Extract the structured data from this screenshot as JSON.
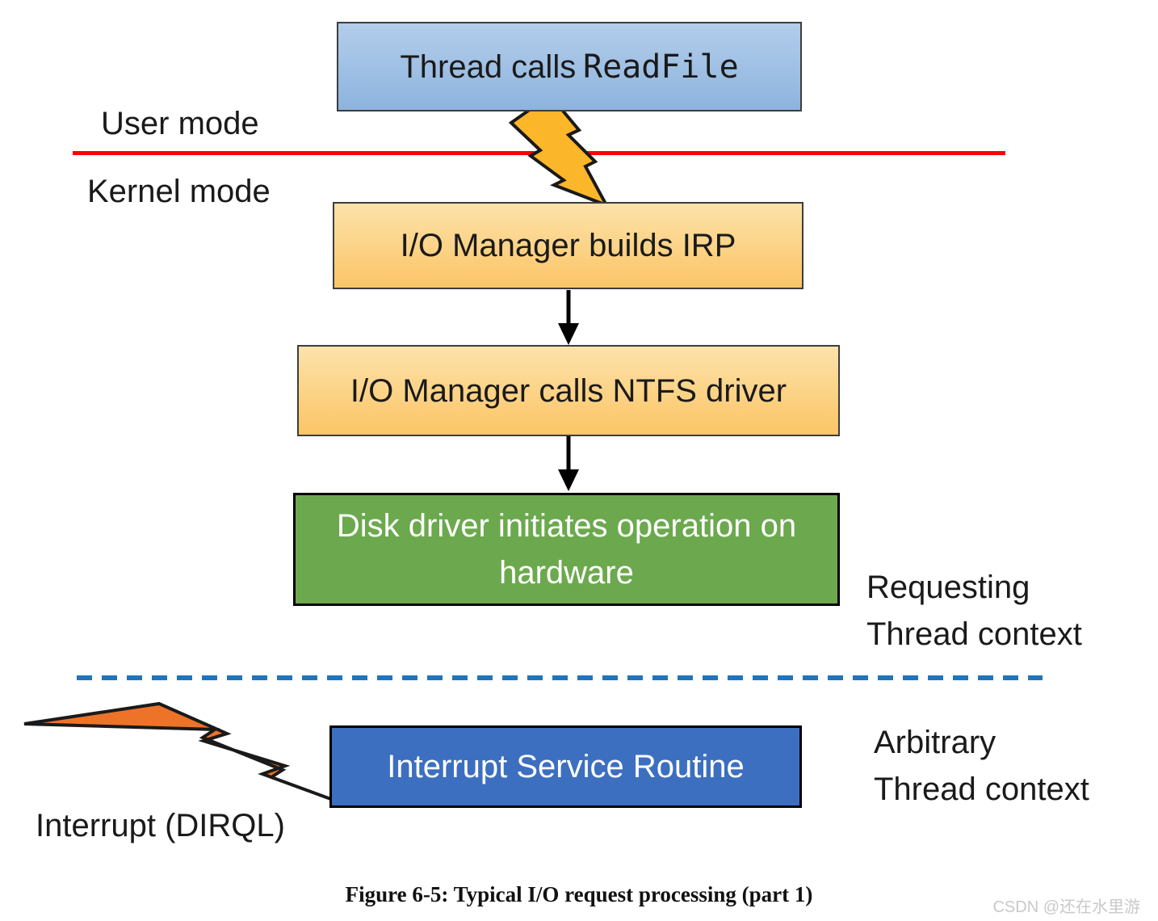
{
  "diagram": {
    "labels": {
      "user_mode": "User mode",
      "kernel_mode": "Kernel mode",
      "requesting_line1": "Requesting",
      "requesting_line2": "Thread context",
      "arbitrary_line1": "Arbitrary",
      "arbitrary_line2": "Thread context",
      "interrupt": "Interrupt (DIRQL)"
    },
    "boxes": {
      "thread_readfile": {
        "prefix": "Thread calls",
        "code": "ReadFile"
      },
      "io_builds_irp": "I/O Manager builds IRP",
      "io_calls_ntfs": "I/O Manager calls NTFS driver",
      "disk_driver": "Disk driver initiates operation on hardware",
      "isr": "Interrupt Service Routine"
    },
    "icons": {
      "syscall_bolt": "lightning-bolt",
      "interrupt_bolt": "lightning-bolt"
    },
    "caption": "Figure 6-5: Typical I/O request processing (part 1)",
    "watermark": "CSDN @还在水里游",
    "colors": {
      "user_kernel_line": "#ff0000",
      "context_divider": "#1f75bc",
      "thread_box_top": "#b3cdeb",
      "thread_box_bottom": "#8db4de",
      "orange_box_top": "#fde2aa",
      "orange_box_bottom": "#fbc566",
      "green_box": "#6ca94e",
      "isr_box": "#3c6fc0",
      "bolt_gold": "#fcb62a",
      "bolt_orange": "#ed7329",
      "box_border_dark": "#3d3d3d",
      "text_dark": "#1a1a1a",
      "watermark_gray": "#c9c9c9"
    }
  }
}
